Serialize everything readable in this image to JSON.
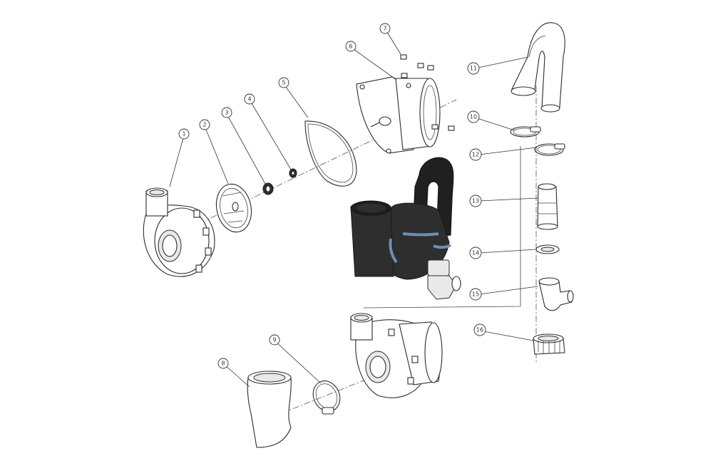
{
  "callouts": [
    {
      "id": "1",
      "label": "1"
    },
    {
      "id": "2",
      "label": "2"
    },
    {
      "id": "3",
      "label": "3"
    },
    {
      "id": "4",
      "label": "4"
    },
    {
      "id": "5",
      "label": "5"
    },
    {
      "id": "6",
      "label": "6"
    },
    {
      "id": "7",
      "label": "7"
    },
    {
      "id": "8",
      "label": "8"
    },
    {
      "id": "9",
      "label": "9"
    },
    {
      "id": "10",
      "label": "10"
    },
    {
      "id": "11",
      "label": "11"
    },
    {
      "id": "12",
      "label": "12"
    },
    {
      "id": "13",
      "label": "13"
    },
    {
      "id": "14",
      "label": "14"
    },
    {
      "id": "15",
      "label": "15"
    },
    {
      "id": "16",
      "label": "16"
    }
  ],
  "colors": {
    "line": "#2b2b2b",
    "assembly_dark": "#2e2e2e",
    "seal_blue": "#6c8fb2",
    "background": "#ffffff"
  }
}
